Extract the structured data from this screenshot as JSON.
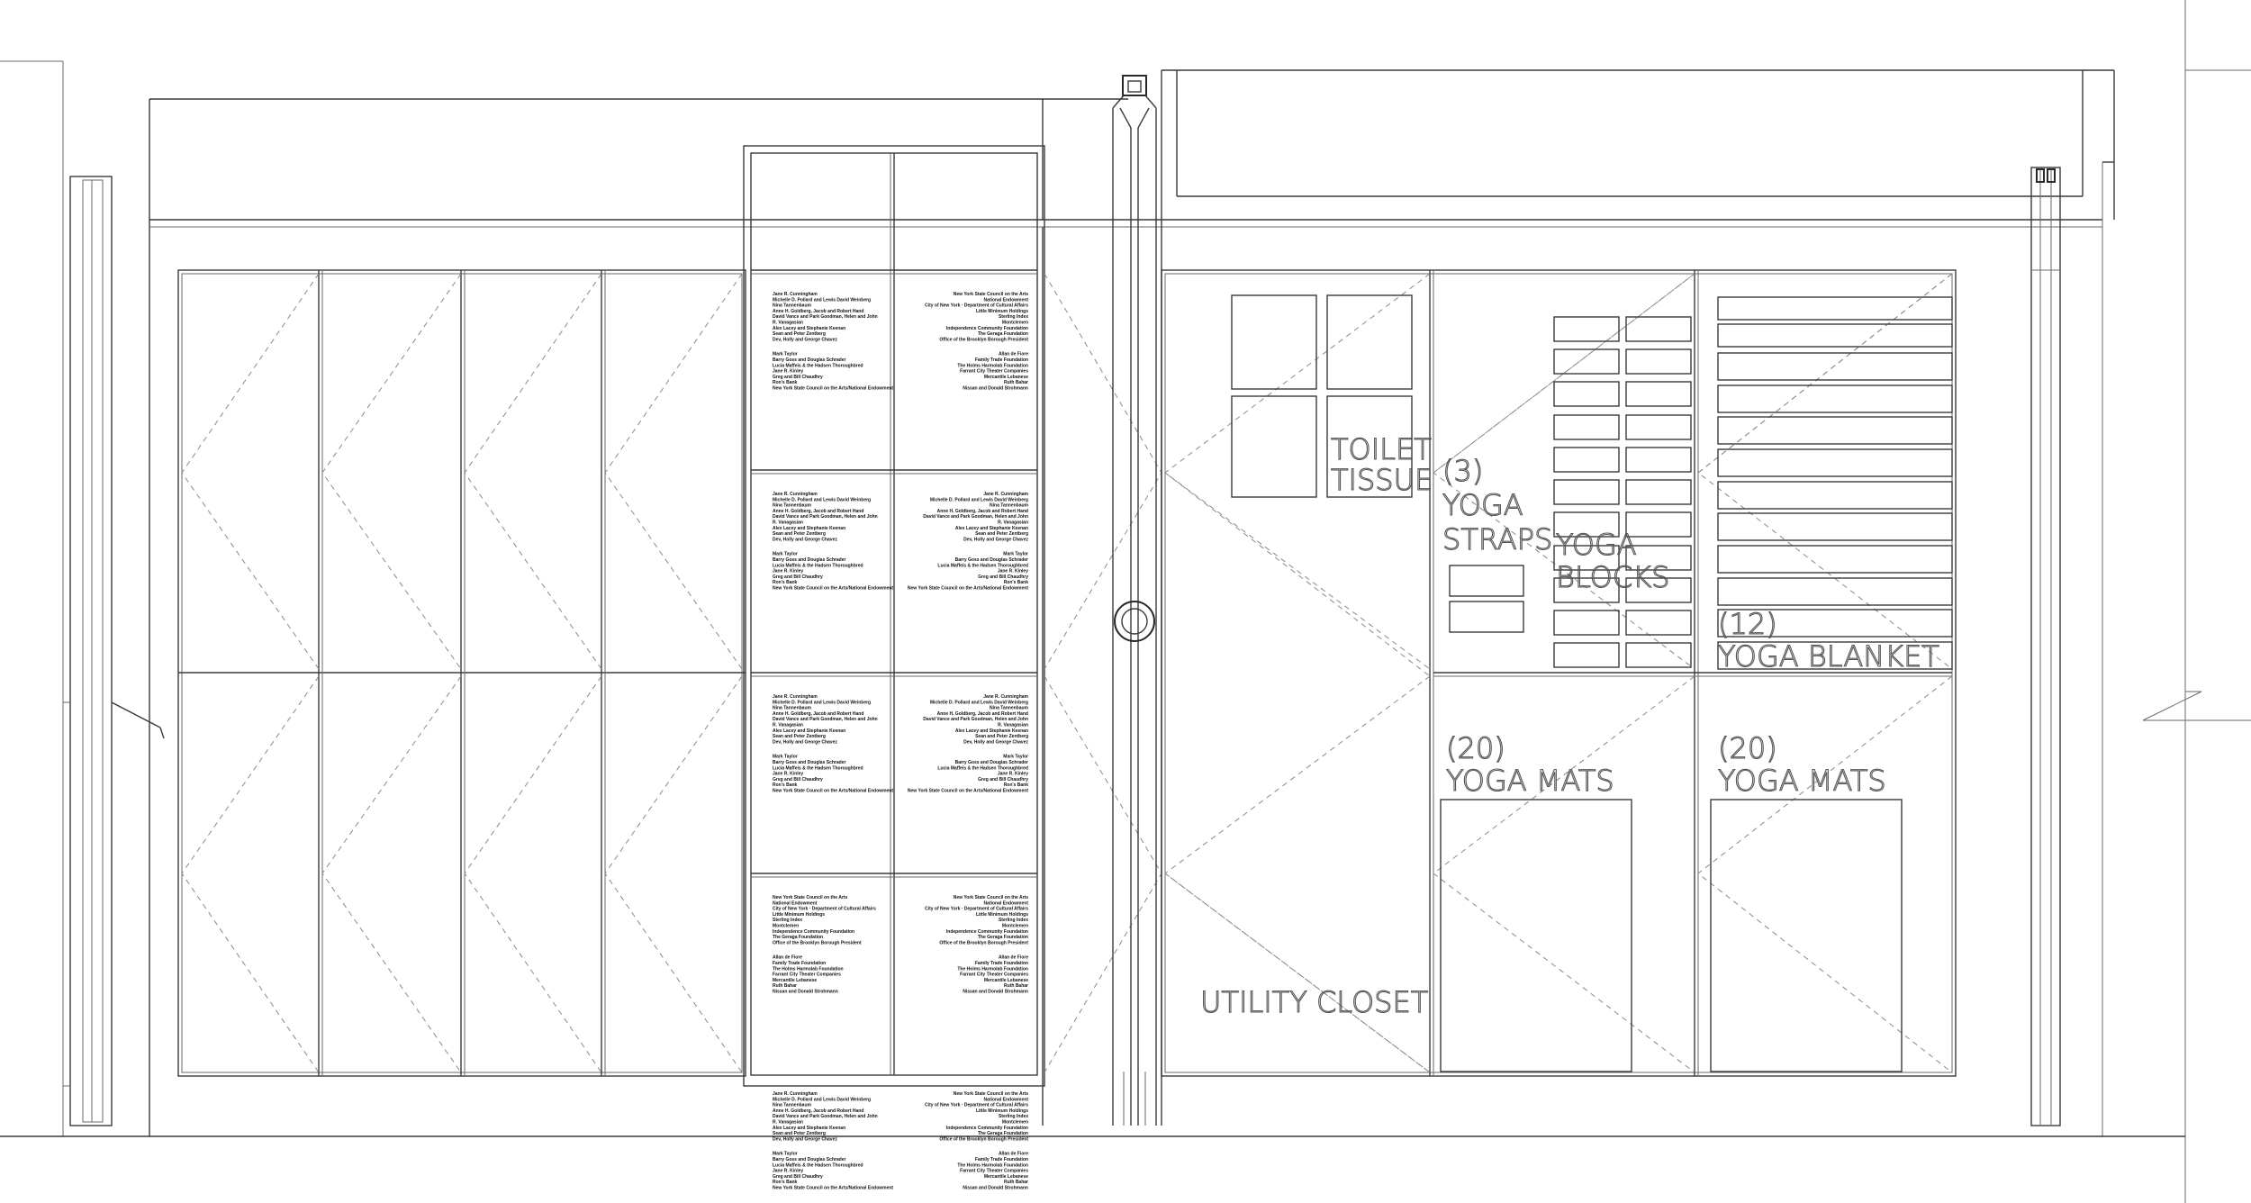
{
  "labels": {
    "toilet_tissue": [
      "TOILET",
      "TISSUE"
    ],
    "yoga_straps": [
      "(3)",
      "YOGA",
      "STRAPS"
    ],
    "yoga_blocks": [
      "YOGA",
      "BLOCKS"
    ],
    "yoga_blanket": [
      "(12)",
      "YOGA   BLANKET"
    ],
    "yoga_mats_left": [
      "(20)",
      "YOGA MATS"
    ],
    "yoga_mats_right": [
      "(20)",
      "YOGA MATS"
    ],
    "utility_closet": "UTILITY CLOSET"
  },
  "donor_panels": [
    {
      "align": "left",
      "lines": [
        "Jane R. Cunningham",
        "Michelle D. Pollard and Lewis David Weinberg",
        "Nina Tannenbaum",
        "Anne H. Goldberg, Jacob and Robert Hand",
        "David Vance and Park Goodman, Helen and John",
        "R. Vanagasian",
        "Alex Lacey and Stephanie Keenan",
        "Sean and Peter Zentberg",
        "Dev, Holly and George Chavez",
        "Mark Taylor",
        "Barry Goss and Douglas Schrader",
        "Lucia Maffeis & the Hadsen Thoroughbred",
        "Jane R. Kinley",
        "Greg and Bill Chaudhry",
        "Ron's Bank",
        "New York State Council on the Arts/National Endowment"
      ]
    },
    {
      "align": "right",
      "lines": [
        "New York State Council on the Arts",
        "National Endowment",
        "City of New York · Department of Cultural Affairs",
        "Little Minimum Holdings",
        "Sterling Index",
        "Montclemen",
        "Independence Community Foundation",
        "The Geraga Foundation",
        "Office of the Brooklyn Borough President",
        "Allan de Fiore",
        "Family Trade Foundation",
        "The Holms Harmolab Foundation",
        "Farrant City Theater Companies",
        "Mercantile Lebanese",
        "Ruth Bahar",
        "Nissan and Donald Strohmann"
      ]
    },
    {
      "align": "left",
      "lines": [
        "Jane R. Cunningham",
        "Michelle D. Pollard and Lewis David Weinberg",
        "Nina Tannenbaum",
        "Anne H. Goldberg, Jacob and Robert Hand",
        "David Vance and Park Goodman, Helen and John",
        "R. Vanagasian",
        "Alex Lacey and Stephanie Keenan",
        "Sean and Peter Zentberg",
        "Dev, Holly and George Chavez",
        "Mark Taylor",
        "Barry Goss and Douglas Schrader",
        "Lucia Maffeis & the Hadsen Thoroughbred",
        "Jane R. Kinley",
        "Greg and Bill Chaudhry",
        "Ron's Bank",
        "New York State Council on the Arts/National Endowment"
      ]
    },
    {
      "align": "right",
      "lines": [
        "Jane R. Cunningham",
        "Michelle D. Pollard and Lewis David Weinberg",
        "Nina Tannenbaum",
        "Anne H. Goldberg, Jacob and Robert Hand",
        "David Vance and Park Goodman, Helen and John",
        "R. Vanagasian",
        "Alex Lacey and Stephanie Keenan",
        "Sean and Peter Zentberg",
        "Dev, Holly and George Chavez",
        "Mark Taylor",
        "Barry Goss and Douglas Schrader",
        "Lucia Maffeis & the Hadsen Thoroughbred",
        "Jane R. Kinley",
        "Greg and Bill Chaudhry",
        "Ron's Bank",
        "New York State Council on the Arts/National Endowment"
      ]
    },
    {
      "align": "left",
      "lines": [
        "Jane R. Cunningham",
        "Michelle D. Pollard and Lewis David Weinberg",
        "Nina Tannenbaum",
        "Anne H. Goldberg, Jacob and Robert Hand",
        "David Vance and Park Goodman, Helen and John",
        "R. Vanagasian",
        "Alex Lacey and Stephanie Keenan",
        "Sean and Peter Zentberg",
        "Dev, Holly and George Chavez",
        "Mark Taylor",
        "Barry Goss and Douglas Schrader",
        "Lucia Maffeis & the Hadsen Thoroughbred",
        "Jane R. Kinley",
        "Greg and Bill Chaudhry",
        "Ron's Bank",
        "New York State Council on the Arts/National Endowment"
      ]
    },
    {
      "align": "right",
      "lines": [
        "Jane R. Cunningham",
        "Michelle D. Pollard and Lewis David Weinberg",
        "Nina Tannenbaum",
        "Anne H. Goldberg, Jacob and Robert Hand",
        "David Vance and Park Goodman, Helen and John",
        "R. Vanagasian",
        "Alex Lacey and Stephanie Keenan",
        "Sean and Peter Zentberg",
        "Dev, Holly and George Chavez",
        "Mark Taylor",
        "Barry Goss and Douglas Schrader",
        "Lucia Maffeis & the Hadsen Thoroughbred",
        "Jane R. Kinley",
        "Greg and Bill Chaudhry",
        "Ron's Bank",
        "New York State Council on the Arts/National Endowment"
      ]
    },
    {
      "align": "left",
      "lines": [
        "New York State Council on the Arts",
        "National Endowment",
        "City of New York · Department of Cultural Affairs",
        "Little Minimum Holdings",
        "Sterling Index",
        "Montclemen",
        "Independence Community Foundation",
        "The Geraga Foundation",
        "Office of the Brooklyn Borough President",
        "Allan de Fiore",
        "Family Trade Foundation",
        "The Holms Harmolab Foundation",
        "Farrant City Theater Companies",
        "Mercantile Lebanese",
        "Ruth Bahar",
        "Nissan and Donald Strohmann"
      ]
    },
    {
      "align": "right",
      "lines": [
        "New York State Council on the Arts",
        "National Endowment",
        "City of New York · Department of Cultural Affairs",
        "Little Minimum Holdings",
        "Sterling Index",
        "Montclemen",
        "Independence Community Foundation",
        "The Geraga Foundation",
        "Office of the Brooklyn Borough President",
        "Allan de Fiore",
        "Family Trade Foundation",
        "The Holms Harmolab Foundation",
        "Farrant City Theater Companies",
        "Mercantile Lebanese",
        "Ruth Bahar",
        "Nissan and Donald Strohmann"
      ]
    },
    {
      "align": "left",
      "lines": [
        "Jane R. Cunningham",
        "Michelle D. Pollard and Lewis David Weinberg",
        "Nina Tannenbaum",
        "Anne H. Goldberg, Jacob and Robert Hand",
        "David Vance and Park Goodman, Helen and John",
        "R. Vanagasian",
        "Alex Lacey and Stephanie Keenan",
        "Sean and Peter Zentberg",
        "Dev, Holly and George Chavez",
        "Mark Taylor",
        "Barry Goss and Douglas Schrader",
        "Lucia Maffeis & the Hadsen Thoroughbred",
        "Jane R. Kinley",
        "Greg and Bill Chaudhry",
        "Ron's Bank",
        "New York State Council on the Arts/National Endowment"
      ]
    },
    {
      "align": "right",
      "lines": [
        "New York State Council on the Arts",
        "National Endowment",
        "City of New York · Department of Cultural Affairs",
        "Little Minimum Holdings",
        "Sterling Index",
        "Montclemen",
        "Independence Community Foundation",
        "The Geraga Foundation",
        "Office of the Brooklyn Borough President",
        "Allan de Fiore",
        "Family Trade Foundation",
        "The Holms Harmolab Foundation",
        "Farrant City Theater Companies",
        "Mercantile Lebanese",
        "Ruth Bahar",
        "Nissan and Donald Strohmann"
      ]
    }
  ]
}
